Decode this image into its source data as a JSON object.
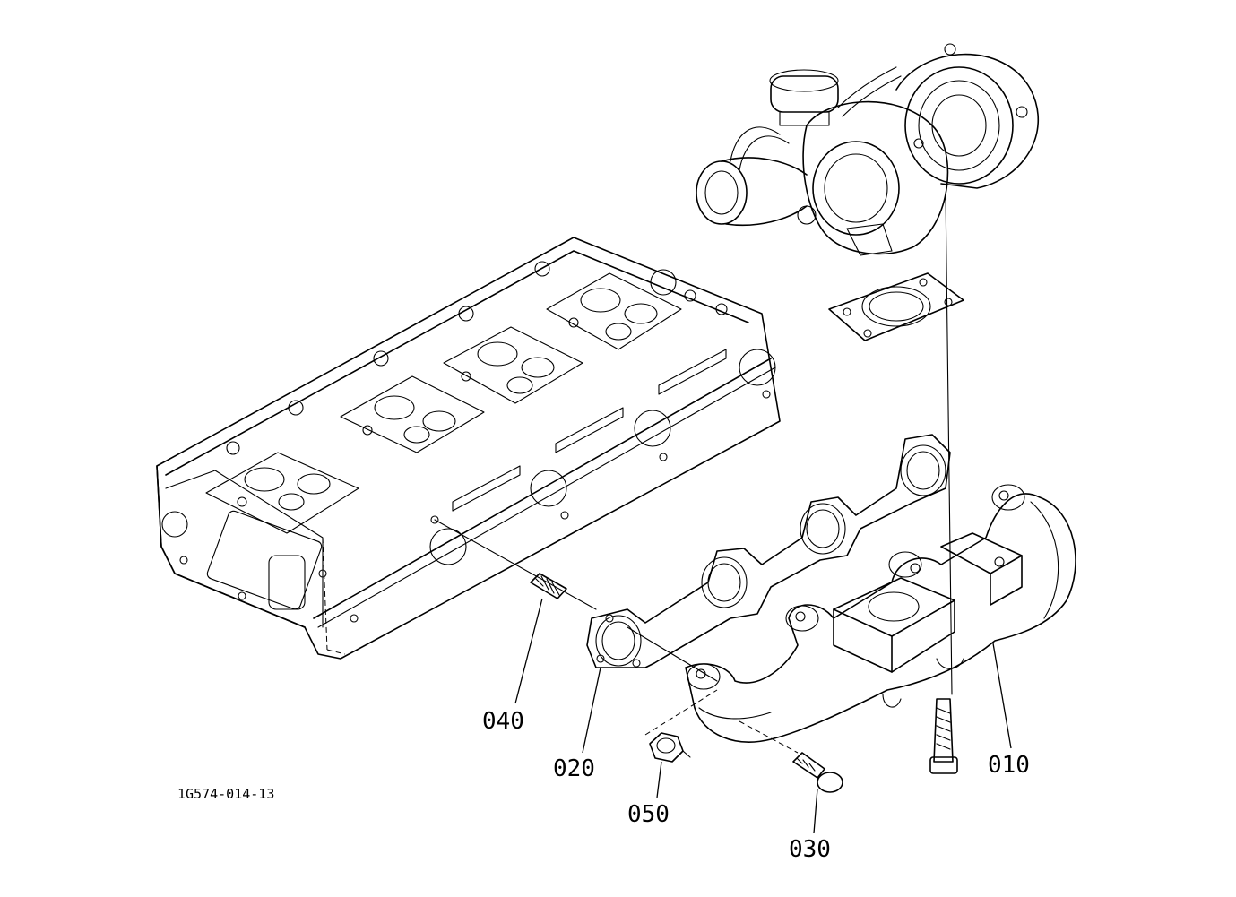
{
  "drawing_code": "1G574-014-13",
  "callouts": {
    "manifold": "010",
    "gasket": "020",
    "bolt": "030",
    "stud": "040",
    "nut": "050"
  }
}
